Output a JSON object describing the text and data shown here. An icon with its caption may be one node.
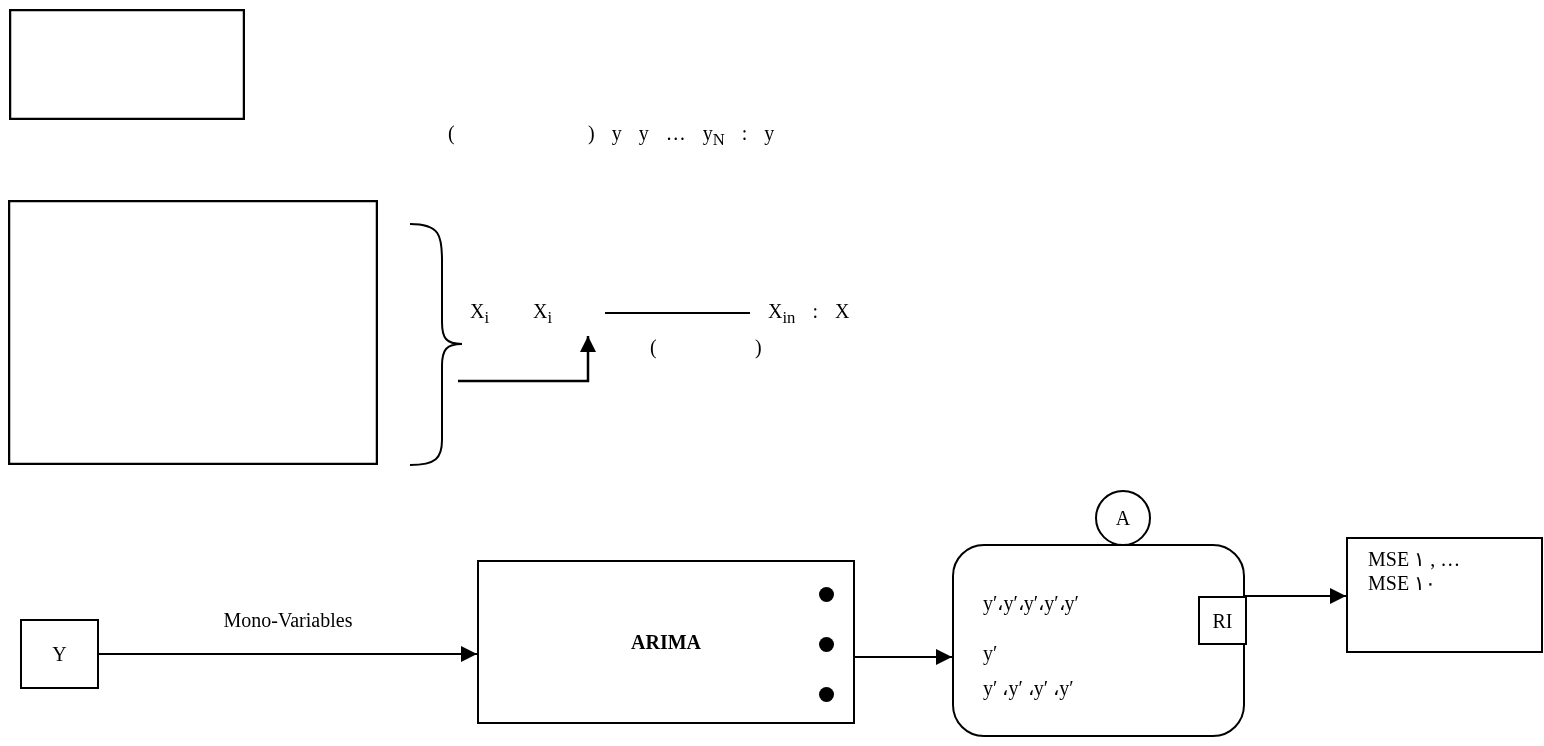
{
  "diagram": {
    "nodes": [
      {
        "text": [],
        "shape": "box"
      },
      {
        "text": [],
        "shape": "box"
      },
      {
        "text": [
          "Y"
        ]
      },
      {
        "text": [
          "ARIMA"
        ]
      },
      {
        "text": [
          "y′،y′،y′،y′،y′",
          "y′",
          "y′ ،y′ ،y′ ،y′"
        ]
      },
      {
        "text": [
          "A"
        ]
      },
      {
        "text": [
          "RI"
        ],
        "in": 4
      },
      {
        "text": [
          "MSE ١ , … MSE ١٠"
        ]
      }
    ],
    "edges": [
      {
        "from": 2,
        "to": 3,
        "arrow": "to",
        "label": "Mono-Variables"
      },
      {
        "from": 3,
        "to": 4,
        "arrow": "to"
      },
      {
        "from": 6,
        "to": 7,
        "arrow": "to"
      }
    ],
    "labels": [
      "(",
      ") y y … y$_{N}$ : y",
      "X$_{i}$",
      "X$_{i}$",
      "X$_{in}$ : X",
      "(",
      ")"
    ]
  }
}
